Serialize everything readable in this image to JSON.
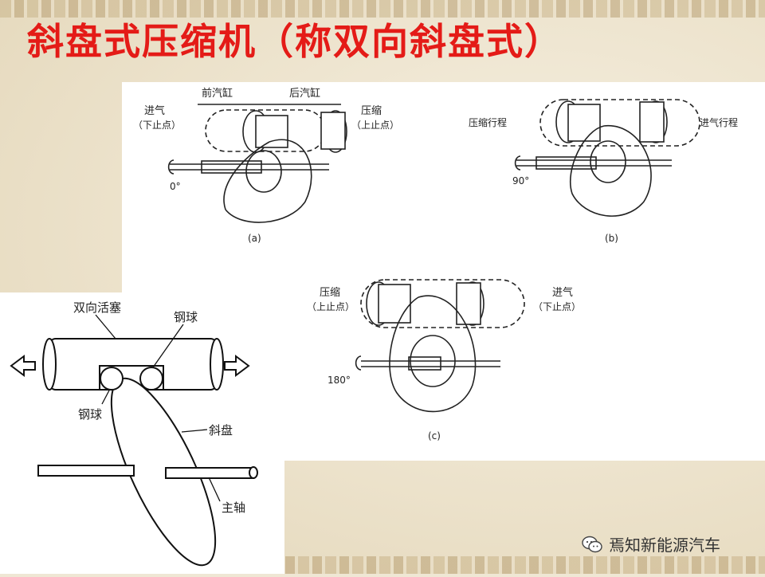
{
  "slide": {
    "title": "斜盘式压缩机（称双向斜盘式）"
  },
  "figure_a": {
    "front_cylinder": "前汽缸",
    "rear_cylinder": "后汽缸",
    "intake_line1": "进气",
    "intake_line2": "（下止点）",
    "compress_line1": "压缩",
    "compress_line2": "（上止点）",
    "angle": "0°",
    "caption": "(a)"
  },
  "figure_b": {
    "compress_stroke": "压缩行程",
    "intake_stroke": "进气行程",
    "angle": "90°",
    "caption": "(b)"
  },
  "figure_c": {
    "compress_line1": "压缩",
    "compress_line2": "（上止点）",
    "intake_line1": "进气",
    "intake_line2": "（下止点）",
    "angle": "180°",
    "caption": "(c)"
  },
  "figure_main": {
    "double_piston": "双向活塞",
    "steel_ball_top": "钢球",
    "steel_ball_left": "钢球",
    "swash_plate": "斜盘",
    "main_shaft": "主轴"
  },
  "watermark": {
    "text": "焉知新能源汽车"
  },
  "colors": {
    "title": "#e41b17",
    "background": "#efe7d4"
  }
}
